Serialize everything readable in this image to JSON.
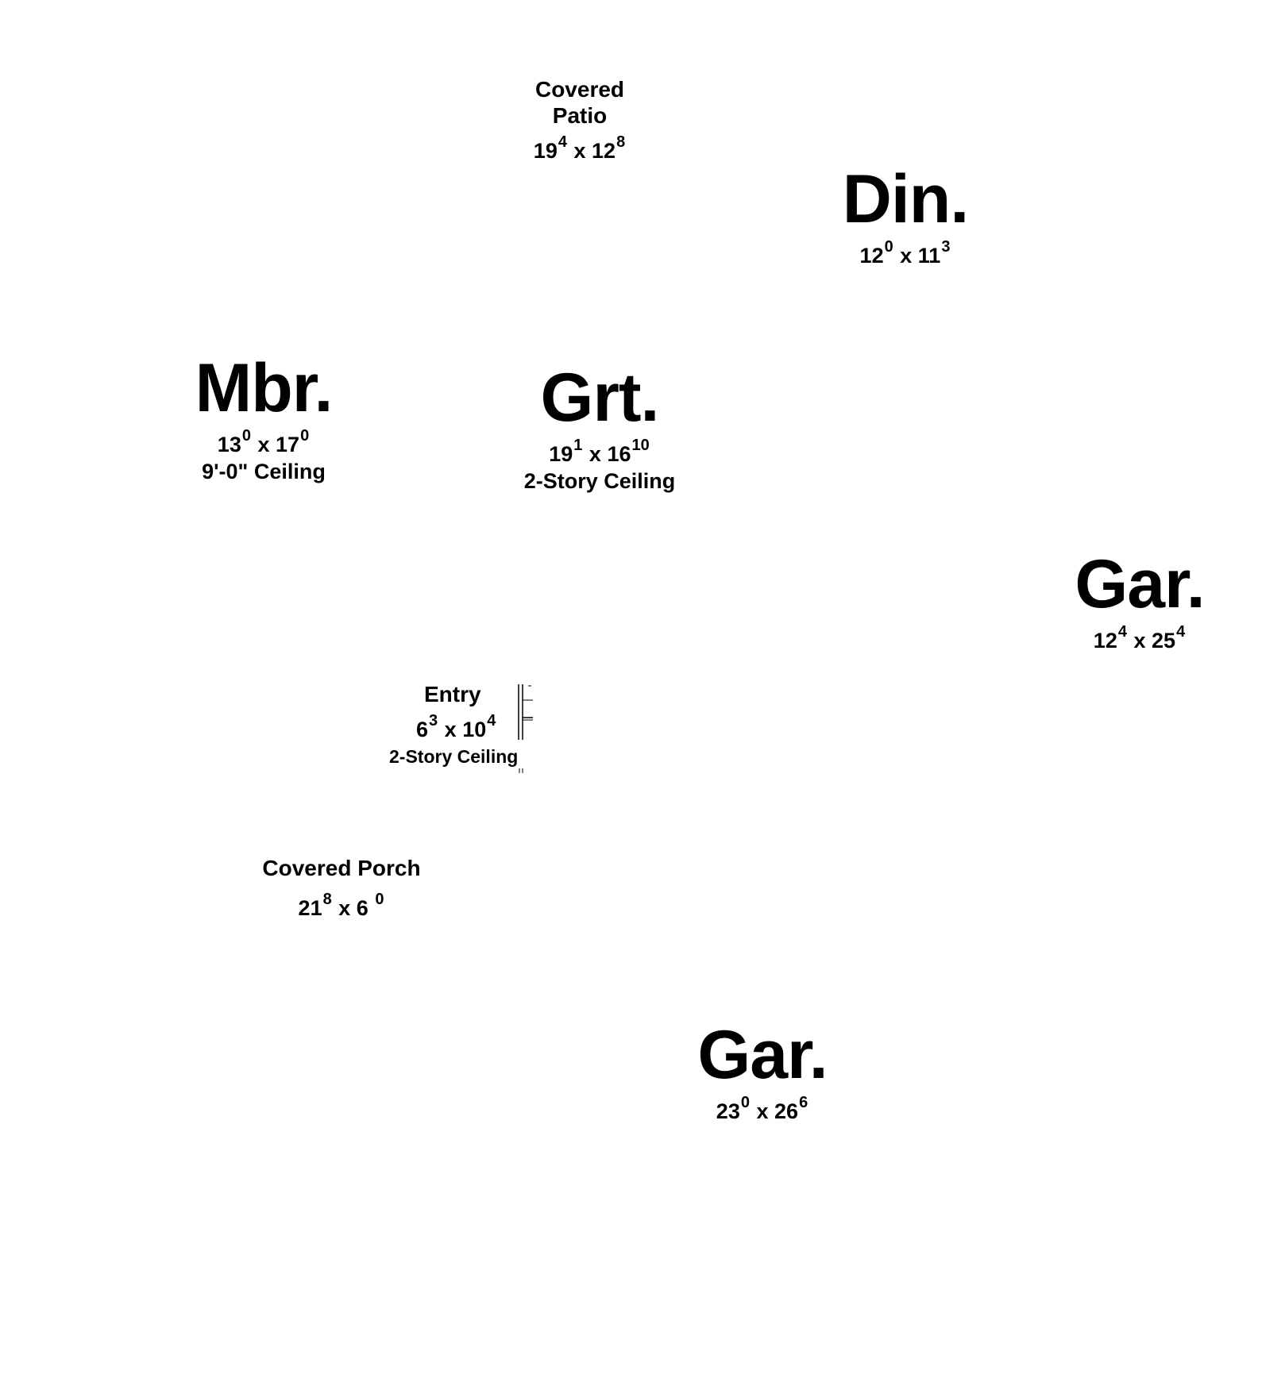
{
  "rooms": {
    "patio": {
      "name_l1": "Covered",
      "name_l2": "Patio",
      "w": "19",
      "w_in": "4",
      "l": "12",
      "l_in": "8"
    },
    "din": {
      "name": "Din.",
      "w": "12",
      "w_in": "0",
      "l": "11",
      "l_in": "3"
    },
    "mbr": {
      "name": "Mbr.",
      "w": "13",
      "w_in": "0",
      "l": "17",
      "l_in": "0",
      "ceiling": "9'-0\" Ceiling"
    },
    "grt": {
      "name": "Grt.",
      "w": "19",
      "w_in": "1",
      "l": "16",
      "l_in": "10",
      "ceiling": "2-Story Ceiling"
    },
    "gar1": {
      "name": "Gar.",
      "w": "12",
      "w_in": "4",
      "l": "25",
      "l_in": "4"
    },
    "entry": {
      "name": "Entry",
      "w": "6",
      "w_in": "3",
      "l": "10",
      "l_in": "4",
      "ceiling": "2-Story Ceiling"
    },
    "porch": {
      "name": "Covered Porch",
      "w": "21",
      "w_in": "8",
      "l": "6",
      "l_in": "0"
    },
    "gar2": {
      "name": "Gar.",
      "w": "23",
      "w_in": "0",
      "l": "26",
      "l_in": "6"
    }
  },
  "x": "x"
}
